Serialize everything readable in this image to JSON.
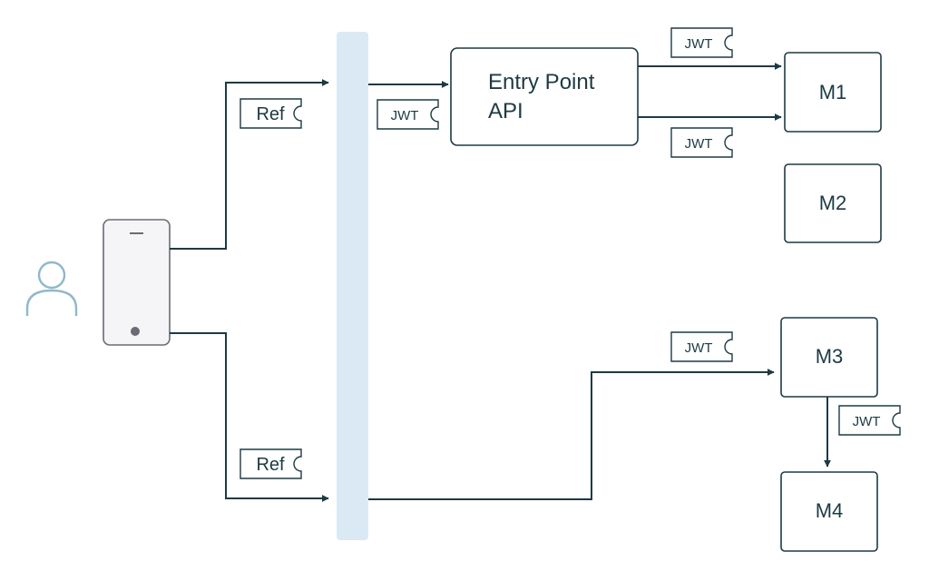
{
  "nodes": {
    "entry_point": {
      "line1": "Entry Point",
      "line2": "API"
    },
    "m1": "M1",
    "m2": "M2",
    "m3": "M3",
    "m4": "M4"
  },
  "tokens": {
    "ref_top": "Ref",
    "ref_bottom": "Ref",
    "jwt_gateway_entry": "JWT",
    "jwt_entry_m1_top": "JWT",
    "jwt_entry_m1_bottom": "JWT",
    "jwt_gateway_m3": "JWT",
    "jwt_m3_m4": "JWT"
  },
  "icons": {
    "user": "user-icon",
    "phone": "mobile-phone-icon"
  },
  "colors": {
    "stroke": "#1d3a44",
    "gateway": "#dbe9f5",
    "user_icon": "#8fb8cc",
    "phone_fill": "#f5f5f7",
    "phone_stroke": "#6b6b75"
  }
}
